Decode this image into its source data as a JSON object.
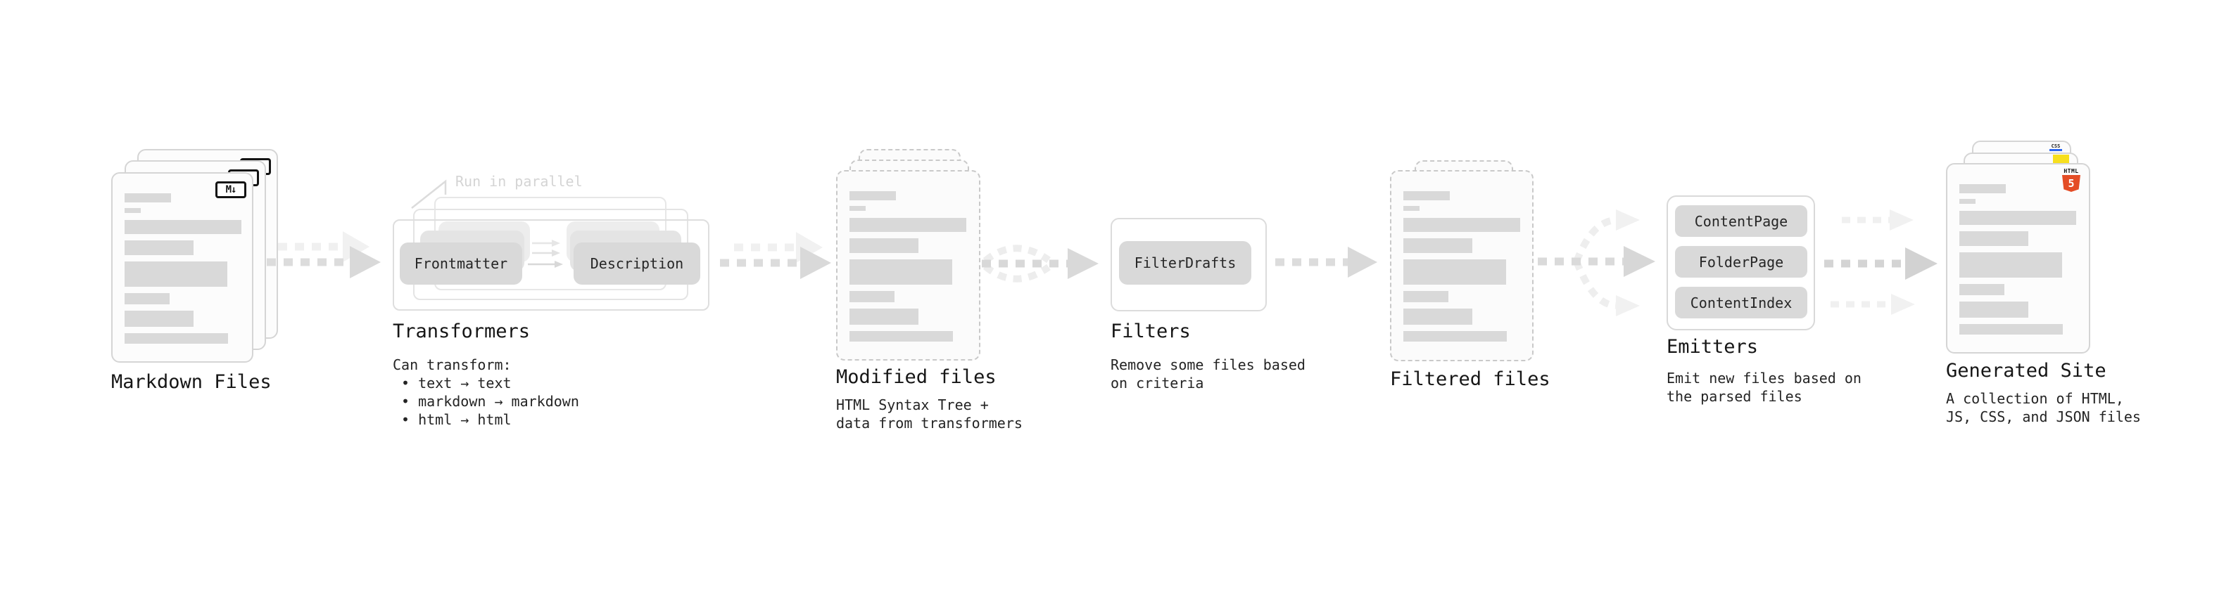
{
  "nodes": {
    "markdown_files": {
      "label": "Markdown Files",
      "badge": "M↓"
    },
    "transformers": {
      "label": "Transformers",
      "annotation": "Run in parallel",
      "pill_left": "Frontmatter",
      "pill_right": "Description",
      "description": "Can transform:",
      "bullets": [
        "• text → text",
        "• markdown → markdown",
        "• html → html"
      ]
    },
    "modified_files": {
      "label": "Modified files",
      "desc": [
        "HTML Syntax Tree +",
        "data from transformers"
      ]
    },
    "filters": {
      "label": "Filters",
      "pill": "FilterDrafts",
      "desc": [
        "Remove some files based",
        "on criteria"
      ]
    },
    "filtered_files": {
      "label": "Filtered files"
    },
    "emitters": {
      "label": "Emitters",
      "pills": [
        "ContentPage",
        "FolderPage",
        "ContentIndex"
      ],
      "desc": [
        "Emit new files based on",
        "the parsed files"
      ]
    },
    "generated_site": {
      "label": "Generated Site",
      "desc": [
        "A collection of HTML,",
        "JS, CSS, and JSON files"
      ],
      "badges": {
        "css": "CSS",
        "html_word": "HTML",
        "html_number": "5"
      }
    }
  },
  "colors": {
    "html5_orange": "#e44d26",
    "js_yellow": "#f7df1e",
    "css_blue": "#2965f1",
    "arrow_gray": "#d6d6d6",
    "arrow_light": "#efefef"
  }
}
